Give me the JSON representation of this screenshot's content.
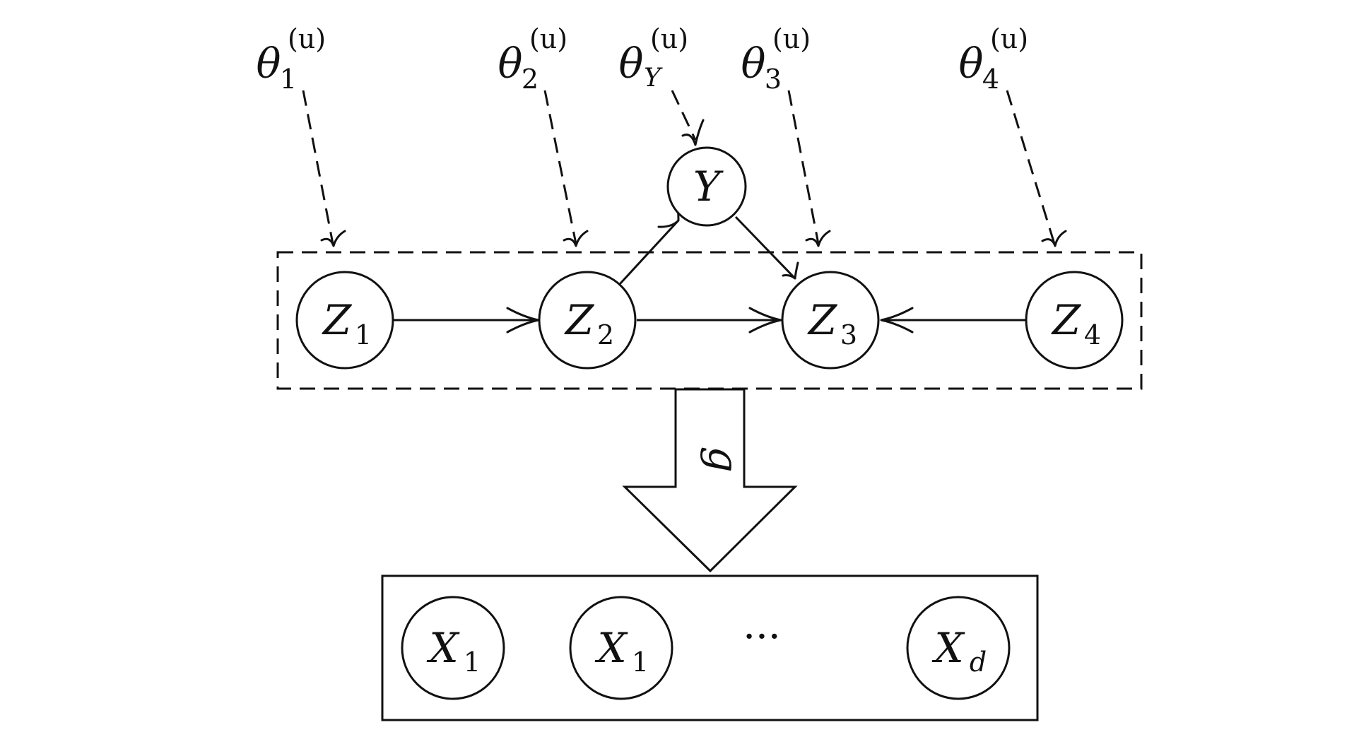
{
  "diagram": {
    "latent_nodes": [
      {
        "id": "Z1",
        "base": "Z",
        "sub": "1"
      },
      {
        "id": "Z2",
        "base": "Z",
        "sub": "2"
      },
      {
        "id": "Z3",
        "base": "Z",
        "sub": "3"
      },
      {
        "id": "Z4",
        "base": "Z",
        "sub": "4"
      }
    ],
    "label_node": {
      "id": "Y",
      "base": "Y"
    },
    "parameters": [
      {
        "id": "theta1",
        "base": "θ",
        "sub": "1",
        "sup": "(u)"
      },
      {
        "id": "theta2",
        "base": "θ",
        "sub": "2",
        "sup": "(u)"
      },
      {
        "id": "thetaY",
        "base": "θ",
        "sub": "Y",
        "sup": "(u)"
      },
      {
        "id": "theta3",
        "base": "θ",
        "sub": "3",
        "sup": "(u)"
      },
      {
        "id": "theta4",
        "base": "θ",
        "sub": "4",
        "sup": "(u)"
      }
    ],
    "observed_nodes": [
      {
        "id": "X1a",
        "base": "X",
        "sub": "1"
      },
      {
        "id": "X1b",
        "base": "X",
        "sub": "1"
      },
      {
        "id": "Xd",
        "base": "X",
        "sub": "d"
      }
    ],
    "ellipsis": "···",
    "mixing_function": "g",
    "edges": [
      {
        "from": "Z1",
        "to": "Z2",
        "style": "solid"
      },
      {
        "from": "Z2",
        "to": "Z3",
        "style": "solid"
      },
      {
        "from": "Z4",
        "to": "Z3",
        "style": "solid"
      },
      {
        "from": "Z2",
        "to": "Y",
        "style": "solid"
      },
      {
        "from": "Y",
        "to": "Z3",
        "style": "solid"
      },
      {
        "from": "theta1",
        "to": "Z1",
        "style": "dashed"
      },
      {
        "from": "theta2",
        "to": "Z2",
        "style": "dashed"
      },
      {
        "from": "thetaY",
        "to": "Y",
        "style": "dashed"
      },
      {
        "from": "theta3",
        "to": "Z3",
        "style": "dashed"
      },
      {
        "from": "theta4",
        "to": "Z4",
        "style": "dashed"
      }
    ]
  }
}
